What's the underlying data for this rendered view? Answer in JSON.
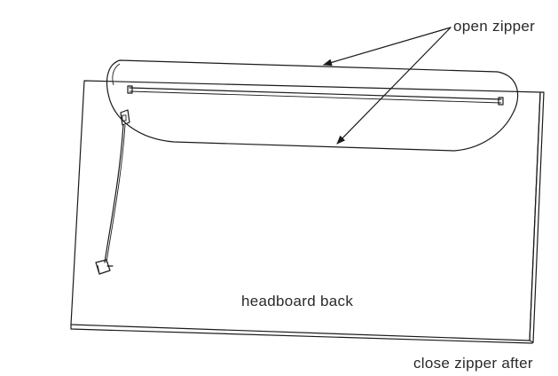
{
  "labels": {
    "open_zipper": "open zipper",
    "headboard_back": "headboard back",
    "close_zipper_after": "close zipper after"
  },
  "colors": {
    "line": "#1a1a1a",
    "text": "#2a2a2a",
    "background": "#ffffff"
  }
}
